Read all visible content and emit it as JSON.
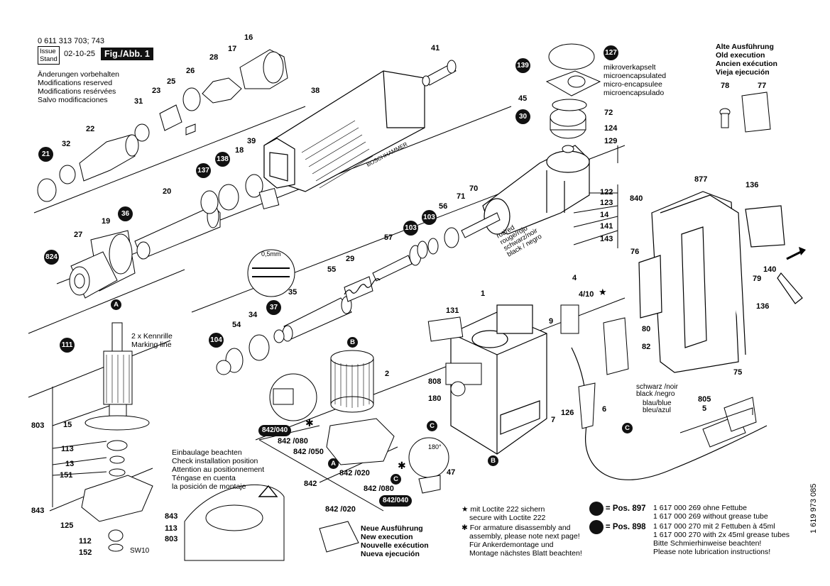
{
  "header": {
    "doc_number": "0 611 313 703; 743",
    "issue_label": "Issue",
    "stand_label": "Stand",
    "issue_date": "02-10-25",
    "fig_label": "Fig./Abb. 1",
    "notes": [
      "Änderungen vorbehalten",
      "Modifications reserved",
      "Modifications resérvées",
      "Salvo modificaciones"
    ]
  },
  "old_execution": [
    "Alte Ausführung",
    "Old execution",
    "Ancien exécution",
    "Vieja ejecución"
  ],
  "micro": [
    "mikroverkapselt",
    "microencapsulated",
    "micro-encapsulee",
    "microencapsulado"
  ],
  "kennrille": [
    "2 x Kennrille",
    "Marking line"
  ],
  "gauge": "0,5mm",
  "install_note": [
    "Einbaulage beachten",
    "Check installation position",
    "Attention au positionnement",
    "Téngase en cuenta",
    "la posición de montaje"
  ],
  "new_execution": [
    "Neue Ausführung",
    "New execution",
    "Nouvelle exécution",
    "Nueva ejecución"
  ],
  "wire_colors": {
    "rot": [
      "rot/red",
      "rouge/rojo",
      "schwarz/noir",
      "black / negro"
    ],
    "schwarz": [
      "schwarz /noir",
      "black /negro"
    ],
    "blau": [
      "blau/blue",
      "bleu/azul"
    ]
  },
  "sw": "SW10",
  "rot180": "180°",
  "parts": {
    "p16": "16",
    "p17": "17",
    "p28": "28",
    "p26": "26",
    "p25": "25",
    "p23": "23",
    "p31": "31",
    "p22": "22",
    "p32": "32",
    "p38": "38",
    "p41": "41",
    "p39": "39",
    "p18": "18",
    "p20": "20",
    "p19": "19",
    "p27": "27",
    "p57": "57",
    "p56": "56",
    "p71": "71",
    "p70": "70",
    "p55": "55",
    "p29": "29",
    "p35": "35",
    "p34": "34",
    "p54": "54",
    "p2": "2",
    "p1": "1",
    "p131": "131",
    "p9": "9",
    "p4": "4",
    "p410": "4/10",
    "p80": "80",
    "p82": "82",
    "p808": "808",
    "p180": "180",
    "p7": "7",
    "p126": "126",
    "p6": "6",
    "p47": "47",
    "p45": "45",
    "p72": "72",
    "p124": "124",
    "p129": "129",
    "p122": "122",
    "p123": "123",
    "p14": "14",
    "p141": "141",
    "p143": "143",
    "p840": "840",
    "p78": "78",
    "p77": "77",
    "p877": "877",
    "p136a": "136",
    "p136b": "136",
    "p76": "76",
    "p79": "79",
    "p140": "140",
    "p75": "75",
    "p805": "805",
    "p5": "5",
    "p803": "803",
    "p15": "15",
    "p113": "113",
    "p13": "13",
    "p151": "151",
    "p843": "843",
    "p125": "125",
    "p112": "112",
    "p152": "152",
    "p842": "842",
    "p842_050": "842 /050",
    "p842_080a": "842 /080",
    "p842_020a": "842 /020",
    "p842_080b": "842 /080",
    "p842_020b": "842 /020",
    "p843b": "843",
    "p113b": "113",
    "p803b": "803"
  },
  "badges": {
    "b21": "21",
    "b36": "36",
    "b824": "824",
    "b137": "137",
    "b138": "138",
    "b139": "139",
    "b127": "127",
    "b30": "30",
    "b103a": "103",
    "b103b": "103",
    "b37": "37",
    "b104": "104",
    "b111": "111"
  },
  "refs": {
    "r1": "842/040",
    "r2": "842/040"
  },
  "letters": {
    "la": "A",
    "la2": "A",
    "lb": "B",
    "lb2": "B",
    "lc": "C",
    "lc2": "C",
    "lc3": "C"
  },
  "footnotes": {
    "loctite": [
      "mit Loctite 222 sichern",
      "secure with Loctite 222"
    ],
    "armature": [
      "For armature disassembly and",
      "assembly, please note next page!",
      "Für Ankerdemontage und",
      "Montage nächstes Blatt beachten!"
    ]
  },
  "grease": {
    "pos897_label": "= Pos. 897",
    "pos898_label": "= Pos. 898",
    "lines897": [
      "1 617 000 269 ohne Fettube",
      "1 617 000 269 without grease tube"
    ],
    "lines898": [
      "1 617 000 270 mit 2 Fettuben à 45ml",
      "1 617 000 270 with 2x 45ml grease tubes",
      "Bitte Schmierhinweise beachten!",
      "Please note lubrication instructions!"
    ]
  },
  "side_code": "1 619 973 085",
  "product_label": "BOSCHHAMMER"
}
